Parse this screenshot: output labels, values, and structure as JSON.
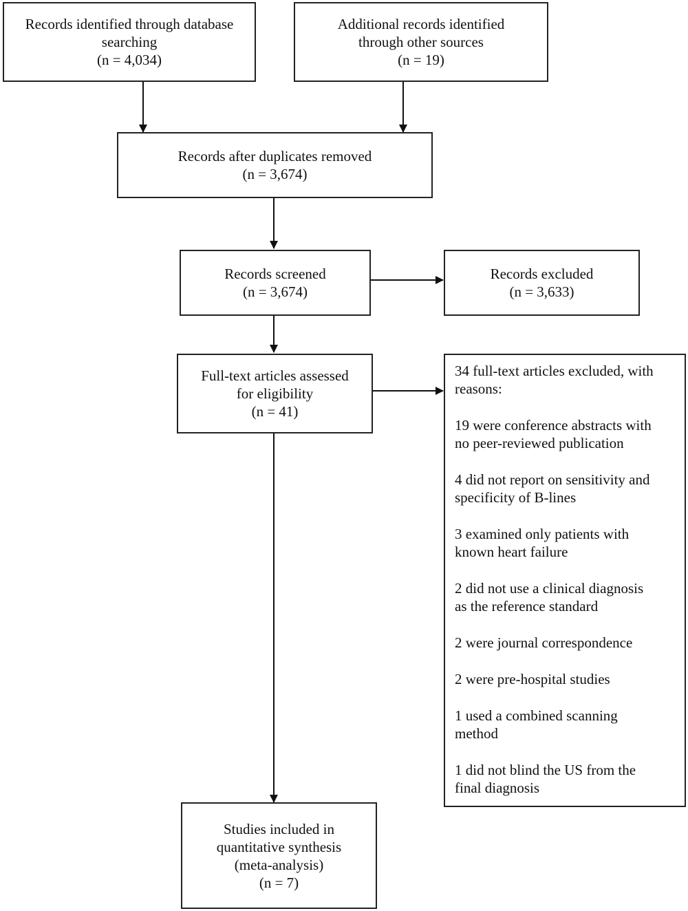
{
  "identification": {
    "database": {
      "lines": [
        "Records identified through database",
        "searching",
        "(n = 4,034)"
      ]
    },
    "other_sources": {
      "lines": [
        "Additional records identified",
        "through other sources",
        "(n = 19)"
      ]
    }
  },
  "duplicates_removed": {
    "lines": [
      "Records after duplicates removed",
      "(n = 3,674)"
    ]
  },
  "screened": {
    "lines": [
      "Records screened",
      "(n =  3,674)"
    ]
  },
  "excluded": {
    "lines": [
      "Records excluded",
      "(n = 3,633)"
    ]
  },
  "eligibility": {
    "lines": [
      "Full-text articles assessed",
      "for eligibility",
      "(n = 41)"
    ]
  },
  "fulltext_excluded": {
    "title_lines": [
      "34 full-text articles excluded, with",
      "reasons:"
    ],
    "reasons": [
      [
        "19 were conference abstracts with",
        "no peer-reviewed publication"
      ],
      [
        "4 did not report on sensitivity and",
        "specificity of B-lines"
      ],
      [
        "3 examined only patients with",
        "known heart failure"
      ],
      [
        "2 did not use a clinical diagnosis",
        "as the reference standard"
      ],
      [
        "2 were journal correspondence"
      ],
      [
        "2 were pre-hospital studies"
      ],
      [
        "1 used a combined scanning",
        "method"
      ],
      [
        "1 did not blind the US from the",
        "final diagnosis"
      ]
    ]
  },
  "included": {
    "lines": [
      "Studies included in",
      "quantitative synthesis",
      "(meta-analysis)",
      "(n = 7)"
    ]
  }
}
